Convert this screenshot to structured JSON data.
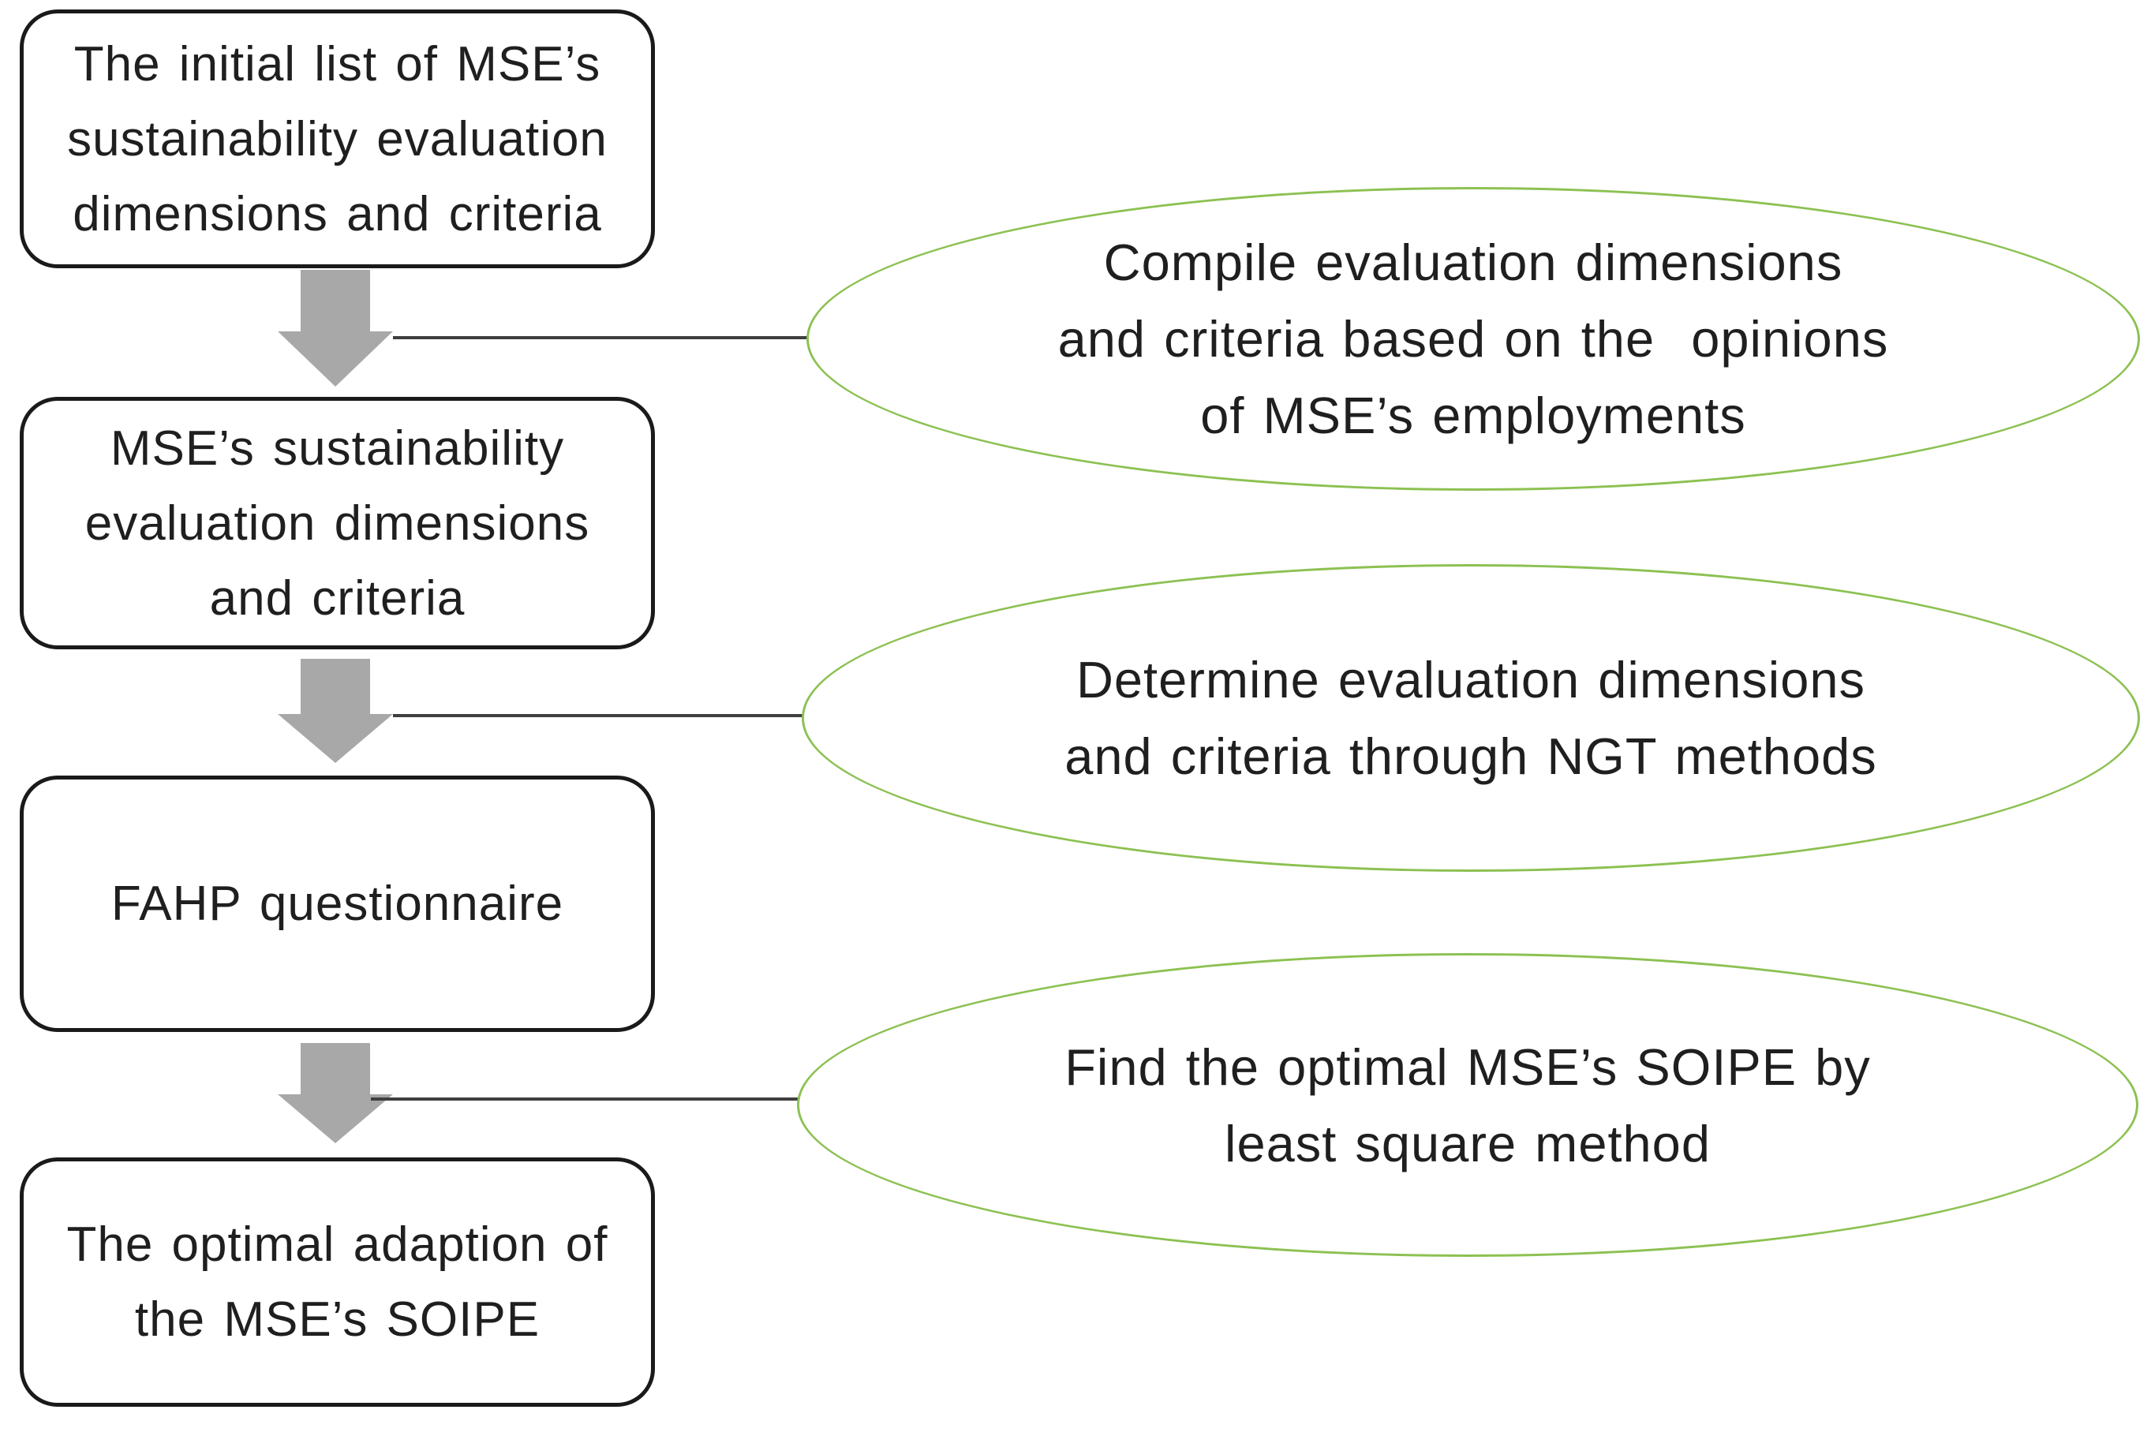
{
  "diagram": {
    "boxes": [
      {
        "lines": [
          "The initial list of MSE’s",
          "sustainability evaluation",
          "dimensions and criteria"
        ]
      },
      {
        "lines": [
          "MSE’s sustainability",
          "evaluation dimensions",
          "and criteria"
        ]
      },
      {
        "lines": [
          "FAHP questionnaire"
        ]
      },
      {
        "lines": [
          "The optimal adaption of",
          "the MSE’s SOIPE"
        ]
      }
    ],
    "ellipses": [
      {
        "lines": [
          "Compile evaluation dimensions",
          "and criteria based on the  opinions",
          "of MSE’s employments"
        ]
      },
      {
        "lines": [
          "Determine evaluation dimensions",
          "and criteria through NGT methods"
        ]
      },
      {
        "lines": [
          "Find the optimal MSE’s SOIPE by",
          "least square method"
        ]
      }
    ],
    "colors": {
      "box_border": "#1a1a1a",
      "arrow_fill": "#a8a8a8",
      "ellipse_border": "#8cc152",
      "connector": "#3f3f3f",
      "text": "#1f1f1f",
      "background": "#ffffff"
    }
  }
}
